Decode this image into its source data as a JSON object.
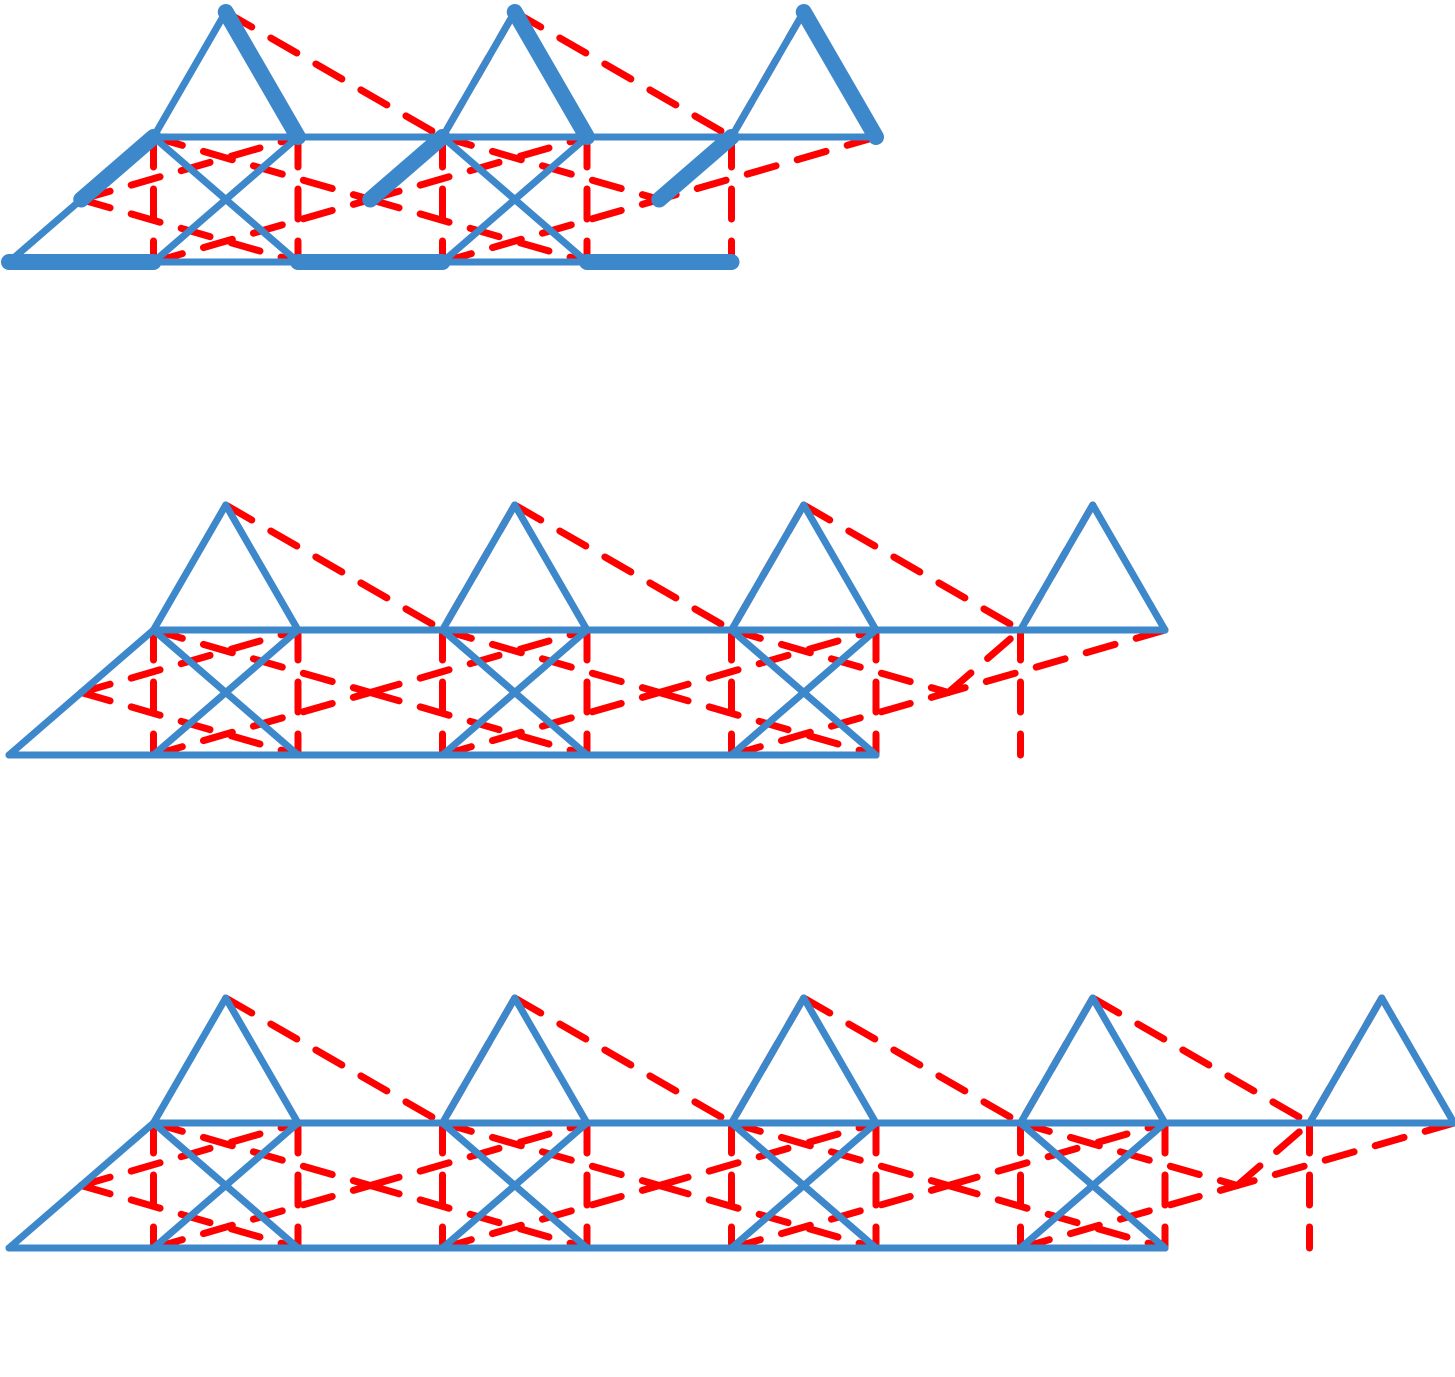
{
  "colors": {
    "lattice": "#3d87cb",
    "dashed": "#ff0000",
    "background": "#ffffff"
  },
  "panels": [
    {
      "id": "panel-1",
      "unit_cells": 2,
      "highlighted_bonds": true
    },
    {
      "id": "panel-2",
      "unit_cells": 3,
      "highlighted_bonds": false
    },
    {
      "id": "panel-3",
      "unit_cells": 4,
      "highlighted_bonds": false
    }
  ]
}
